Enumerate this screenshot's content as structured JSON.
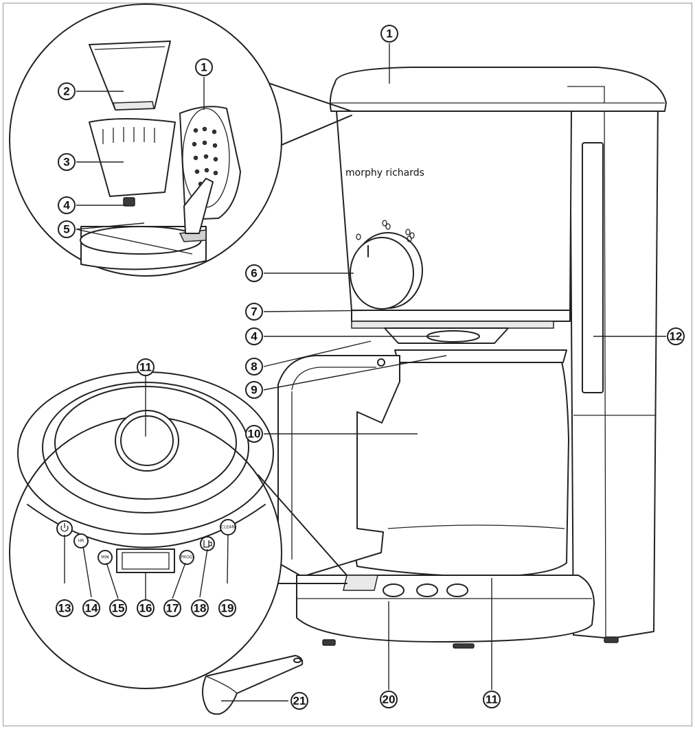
{
  "brand": "morphy richards",
  "callouts": [
    "1",
    "1",
    "2",
    "3",
    "4",
    "4",
    "5",
    "6",
    "7",
    "8",
    "9",
    "10",
    "11",
    "11",
    "12",
    "13",
    "14",
    "15",
    "16",
    "17",
    "18",
    "19",
    "20",
    "21"
  ],
  "control_button_labels": {
    "hr": "HR",
    "min": "MIN",
    "prog": "PROG",
    "clean": "CLEAN"
  },
  "icons": [
    "power-icon",
    "keep-warm-icon",
    "coffee-strength-icons"
  ]
}
